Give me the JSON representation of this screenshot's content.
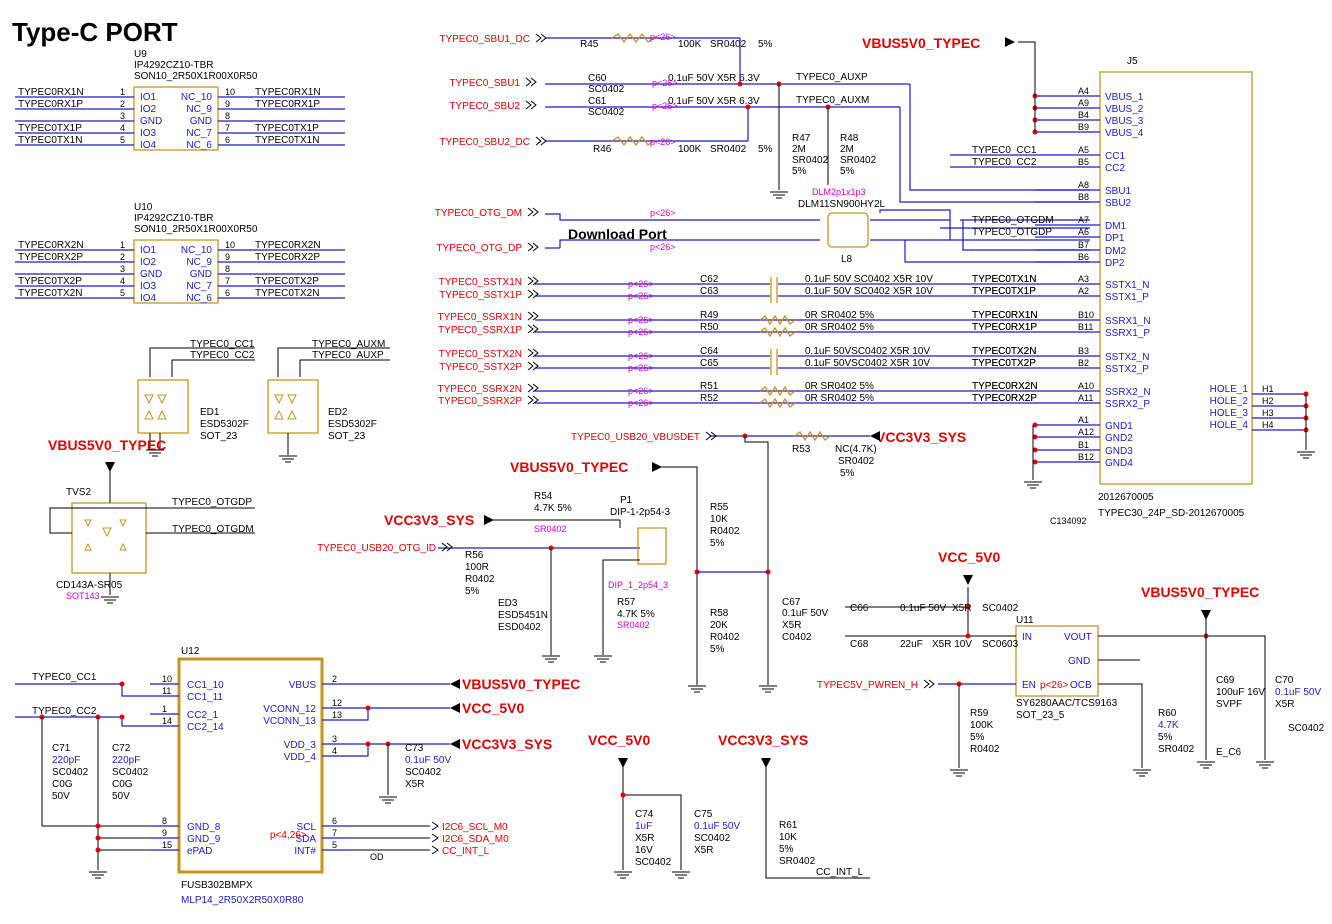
{
  "title": "Type-C PORT",
  "download_label": "Download Port",
  "power_labels": [
    "VBUS5V0_TYPEC",
    "VBUS5V0_TYPEC",
    "VBUS5V0_TYPEC",
    "VBUS5V0_TYPEC",
    "VBUS5V0_TYPEC",
    "VCC3V3_SYS",
    "VCC3V3_SYS",
    "VCC3V3_SYS",
    "VCC3V3_SYS",
    "VCC_5V0",
    "VCC_5V0",
    "VCC_5V0"
  ],
  "ports_left": [
    "TYPEC0_SBU1_DC",
    "TYPEC0_SBU1",
    "TYPEC0_SBU2",
    "TYPEC0_SBU2_DC",
    "TYPEC0_OTG_DM",
    "TYPEC0_OTG_DP",
    "TYPEC0_SSTX1N",
    "TYPEC0_SSTX1P",
    "TYPEC0_SSRX1N",
    "TYPEC0_SSRX1P",
    "TYPEC0_SSTX2N",
    "TYPEC0_SSTX2P",
    "TYPEC0_SSRX2N",
    "TYPEC0_SSRX2P",
    "TYPEC0_USB20_VBUSDET",
    "TYPEC0_USB20_OTG_ID",
    "TYPEC5V_PWREN_H"
  ],
  "i2c_ports": [
    "I2C6_SCL_M0",
    "I2C6_SDA_M0",
    "CC_INT_L"
  ],
  "u9": {
    "ref": "U9",
    "part": "IP4292CZ10-TBR",
    "pkg": "SON10_2R50X1R00X0R50",
    "left_pins": [
      "IO1",
      "IO2",
      "GND",
      "IO3",
      "IO4"
    ],
    "right_pins": [
      "NC_10",
      "NC_9",
      "GND",
      "NC_7",
      "NC_6"
    ],
    "left_nums": [
      "1",
      "2",
      "3",
      "4",
      "5"
    ],
    "right_nums": [
      "10",
      "9",
      "8",
      "7",
      "6"
    ],
    "left_nets": [
      "TYPEC0RX1N",
      "TYPEC0RX1P",
      "",
      "TYPEC0TX1P",
      "TYPEC0TX1N"
    ],
    "right_nets": [
      "TYPEC0RX1N",
      "TYPEC0RX1P",
      "",
      "TYPEC0TX1P",
      "TYPEC0TX1N"
    ]
  },
  "u10": {
    "ref": "U10",
    "part": "IP4292CZ10-TBR",
    "pkg": "SON10_2R50X1R00X0R50",
    "left_pins": [
      "IO1",
      "IO2",
      "GND",
      "IO3",
      "IO4"
    ],
    "right_pins": [
      "NC_10",
      "NC_9",
      "GND",
      "NC_7",
      "NC_6"
    ],
    "left_nums": [
      "1",
      "2",
      "3",
      "4",
      "5"
    ],
    "right_nums": [
      "10",
      "9",
      "8",
      "7",
      "6"
    ],
    "left_nets": [
      "TYPEC0RX2N",
      "TYPEC0RX2P",
      "",
      "TYPEC0TX2P",
      "TYPEC0TX2N"
    ],
    "right_nets": [
      "TYPEC0RX2N",
      "TYPEC0RX2P",
      "",
      "TYPEC0TX2P",
      "TYPEC0TX2N"
    ]
  },
  "j5": {
    "ref": "J5",
    "part": "2012670005",
    "footprint": "TYPEC30_24P_SD-2012670005",
    "code": "C134092",
    "pins": [
      {
        "num": "A4",
        "name": "VBUS_1"
      },
      {
        "num": "A9",
        "name": "VBUS_2"
      },
      {
        "num": "B4",
        "name": "VBUS_3"
      },
      {
        "num": "B9",
        "name": "VBUS_4"
      },
      {
        "num": "A5",
        "name": "CC1",
        "net": "TYPEC0_CC1"
      },
      {
        "num": "B5",
        "name": "CC2",
        "net": "TYPEC0_CC2"
      },
      {
        "num": "A8",
        "name": "SBU1"
      },
      {
        "num": "B8",
        "name": "SBU2"
      },
      {
        "num": "A7",
        "name": "DM1",
        "net": "TYPEC0_OTGDM"
      },
      {
        "num": "A6",
        "name": "DP1",
        "net": "TYPEC0_OTGDP"
      },
      {
        "num": "B7",
        "name": "DM2"
      },
      {
        "num": "B6",
        "name": "DP2"
      },
      {
        "num": "A3",
        "name": "SSTX1_N",
        "net": "TYPEC0TX1N"
      },
      {
        "num": "A2",
        "name": "SSTX1_P",
        "net": "TYPEC0TX1P"
      },
      {
        "num": "B10",
        "name": "SSRX1_N",
        "net": "TYPEC0RX1N"
      },
      {
        "num": "B11",
        "name": "SSRX1_P",
        "net": "TYPEC0RX1P"
      },
      {
        "num": "B3",
        "name": "SSTX2_N",
        "net": "TYPEC0TX2N"
      },
      {
        "num": "B2",
        "name": "SSTX2_P",
        "net": "TYPEC0TX2P"
      },
      {
        "num": "A10",
        "name": "SSRX2_N",
        "net": "TYPEC0RX2N"
      },
      {
        "num": "A11",
        "name": "SSRX2_P",
        "net": "TYPEC0RX2P"
      },
      {
        "num": "A1",
        "name": "GND1"
      },
      {
        "num": "A12",
        "name": "GND2"
      },
      {
        "num": "B1",
        "name": "GND3"
      },
      {
        "num": "B12",
        "name": "GND4"
      }
    ],
    "holes": [
      {
        "name": "HOLE_1",
        "num": "H1"
      },
      {
        "name": "HOLE_2",
        "num": "H2"
      },
      {
        "name": "HOLE_3",
        "num": "H3"
      },
      {
        "name": "HOLE_4",
        "num": "H4"
      }
    ]
  },
  "sbu_parts": {
    "r45": [
      "R45",
      "100K",
      "SR0402",
      "5%"
    ],
    "r46": [
      "R46",
      "100K",
      "SR0402",
      "5%"
    ],
    "c60": [
      "C60",
      "SC0402",
      "0.1uF 50V X5R 6.3V"
    ],
    "c61": [
      "C61",
      "SC0402",
      "0.1uF 50V X5R 6.3V"
    ],
    "auxp": "TYPEC0_AUXP",
    "auxm": "TYPEC0_AUXM",
    "r47": [
      "R47",
      "2M",
      "SR0402",
      "5%"
    ],
    "r48": [
      "R48",
      "2M",
      "SR0402",
      "5%"
    ],
    "dlm": "DLM11SN900HY2L",
    "dlm_pkg": "DLM2p1x1p3",
    "l8": "L8",
    "p26": "p<26>"
  },
  "ss_caps": [
    {
      "ref": "C62",
      "desc": "0.1uF 50V SC0402 X5R 10V"
    },
    {
      "ref": "C63",
      "desc": "0.1uF 50V SC0402 X5R 10V"
    },
    {
      "ref": "R49",
      "desc": "0R  SR0402  5%"
    },
    {
      "ref": "R50",
      "desc": "0R  SR0402  5%"
    },
    {
      "ref": "C64",
      "desc": "0.1uF 50VSC0402 X5R 10V"
    },
    {
      "ref": "C65",
      "desc": "0.1uF 50VSC0402 X5R 10V"
    },
    {
      "ref": "R51",
      "desc": "0R  SR0402 5%"
    },
    {
      "ref": "R52",
      "desc": "0R  SR0402 5%"
    }
  ],
  "ed1": [
    "TYPEC0_CC1",
    "TYPEC0_CC2",
    "ED1",
    "ESD5302F",
    "SOT_23"
  ],
  "ed2": [
    "TYPEC0_AUXM",
    "TYPEC0_AUXP",
    "ED2",
    "ESD5302F",
    "SOT_23"
  ],
  "tvs2": [
    "TVS2",
    "TYPEC0_OTGDP",
    "TYPEC0_OTGDM",
    "CD143A-SR05",
    "SOT143"
  ],
  "otg": {
    "r53": [
      "R53",
      "NC(4.7K)",
      "SR0402",
      "5%"
    ],
    "r54": [
      "R54",
      "4.7K 5%",
      "SR0402"
    ],
    "r56": [
      "R56",
      "100R",
      "R0402",
      "5%"
    ],
    "p1": [
      "P1",
      "DIP-1-2p54-3",
      "DIP_1_2p54_3"
    ],
    "ed3": [
      "ED3",
      "ESD5451N",
      "ESD0402"
    ],
    "r57": [
      "R57",
      "4.7K 5%",
      "SR0402"
    ],
    "r55": [
      "R55",
      "10K",
      "R0402",
      "5%"
    ],
    "r58": [
      "R58",
      "20K",
      "R0402",
      "5%"
    ],
    "c67": [
      "C67",
      "0.1uF 50V",
      "X5R",
      "C0402"
    ]
  },
  "u12": {
    "ref": "U12",
    "part": "FUSB302BMPX",
    "pkg": "MLP14_2R50X2R50X0R80",
    "left_pins": [
      "CC1_10",
      "CC1_11",
      "CC2_1",
      "CC2_14",
      "GND_8",
      "GND_9",
      "ePAD"
    ],
    "left_nums": [
      "10",
      "11",
      "1",
      "14",
      "8",
      "9",
      "15"
    ],
    "right_pins": [
      "VBUS",
      "VCONN_12",
      "VCONN_13",
      "VDD_3",
      "VDD_4",
      "SCL",
      "SDA",
      "INT#"
    ],
    "right_nums": [
      "2",
      "12",
      "13",
      "3",
      "4",
      "6",
      "7",
      "5"
    ],
    "cc1": "TYPEC0_CC1",
    "cc2": "TYPEC0_CC2",
    "p4": "p<4,26>",
    "od": "OD",
    "c71": [
      "C71",
      "220pF",
      "SC0402",
      "C0G",
      "50V"
    ],
    "c72": [
      "C72",
      "220pF",
      "SC0402",
      "C0G",
      "50V"
    ],
    "c73": [
      "C73",
      "0.1uF 50V",
      "SC0402",
      "X5R"
    ]
  },
  "bottom": {
    "c74": [
      "C74",
      "1uF",
      "X5R",
      "16V",
      "SC0402"
    ],
    "c75": [
      "C75",
      "0.1uF 50V",
      "SC0402",
      "X5R"
    ],
    "r61": [
      "R61",
      "10K",
      "5%",
      "SR0402"
    ],
    "cc_int": "CC_INT_L"
  },
  "u11": {
    "ref": "U11",
    "part": "SY6280AAC/TCS9163",
    "pkg": "SOT_23_5",
    "pins": [
      "IN",
      "GND",
      "EN",
      "VOUT",
      "OCB"
    ],
    "c66": [
      "C66",
      "0.1uF 50V",
      "X5R",
      "SC0402"
    ],
    "c68": [
      "C68",
      "22uF",
      "X5R 10V",
      "SC0603"
    ],
    "r59": [
      "R59",
      "100K",
      "5%",
      "R0402"
    ],
    "r60": [
      "R60",
      "4.7K",
      "5%",
      "SR0402"
    ],
    "c69": [
      "C69",
      "100uF 16V",
      "SVPF",
      "E_C6"
    ],
    "c70": [
      "C70",
      "0.1uF 50V",
      "X5R",
      "SC0402"
    ]
  },
  "colors": {
    "wire": "#1a1acc",
    "net_label": "#e00000",
    "body": "#c8941e",
    "text": "#000000",
    "magenta": "#d000d0"
  }
}
